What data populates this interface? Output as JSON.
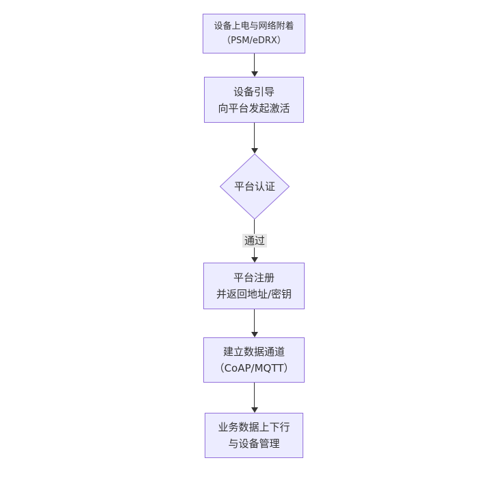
{
  "diagram": {
    "type": "flowchart",
    "direction": "top-down",
    "colors": {
      "canvas_bg": "#ffffff",
      "node_fill": "#ECECFF",
      "node_border": "#9370DB",
      "node_text": "#333333",
      "arrow": "#333333",
      "edge_label_bg": "#e8e8e8",
      "edge_label_text": "#333333"
    },
    "nodes": [
      {
        "id": "attach",
        "shape": "rect",
        "lines": [
          "设备上电与网络附着",
          "（PSM/eDRX）"
        ]
      },
      {
        "id": "bootstrap",
        "shape": "rect",
        "lines": [
          "设备引导",
          "向平台发起激活"
        ]
      },
      {
        "id": "auth",
        "shape": "diamond",
        "lines": [
          "平台认证"
        ]
      },
      {
        "id": "register",
        "shape": "rect",
        "lines": [
          "平台注册",
          "并返回地址/密钥"
        ]
      },
      {
        "id": "channel",
        "shape": "rect",
        "lines": [
          "建立数据通道",
          "（CoAP/MQTT）"
        ]
      },
      {
        "id": "service",
        "shape": "rect",
        "lines": [
          "业务数据上下行",
          "与设备管理"
        ]
      }
    ],
    "edges": [
      {
        "from": "attach",
        "to": "bootstrap",
        "label": ""
      },
      {
        "from": "bootstrap",
        "to": "auth",
        "label": ""
      },
      {
        "from": "auth",
        "to": "register",
        "label": "通过"
      },
      {
        "from": "register",
        "to": "channel",
        "label": ""
      },
      {
        "from": "channel",
        "to": "service",
        "label": ""
      }
    ]
  }
}
